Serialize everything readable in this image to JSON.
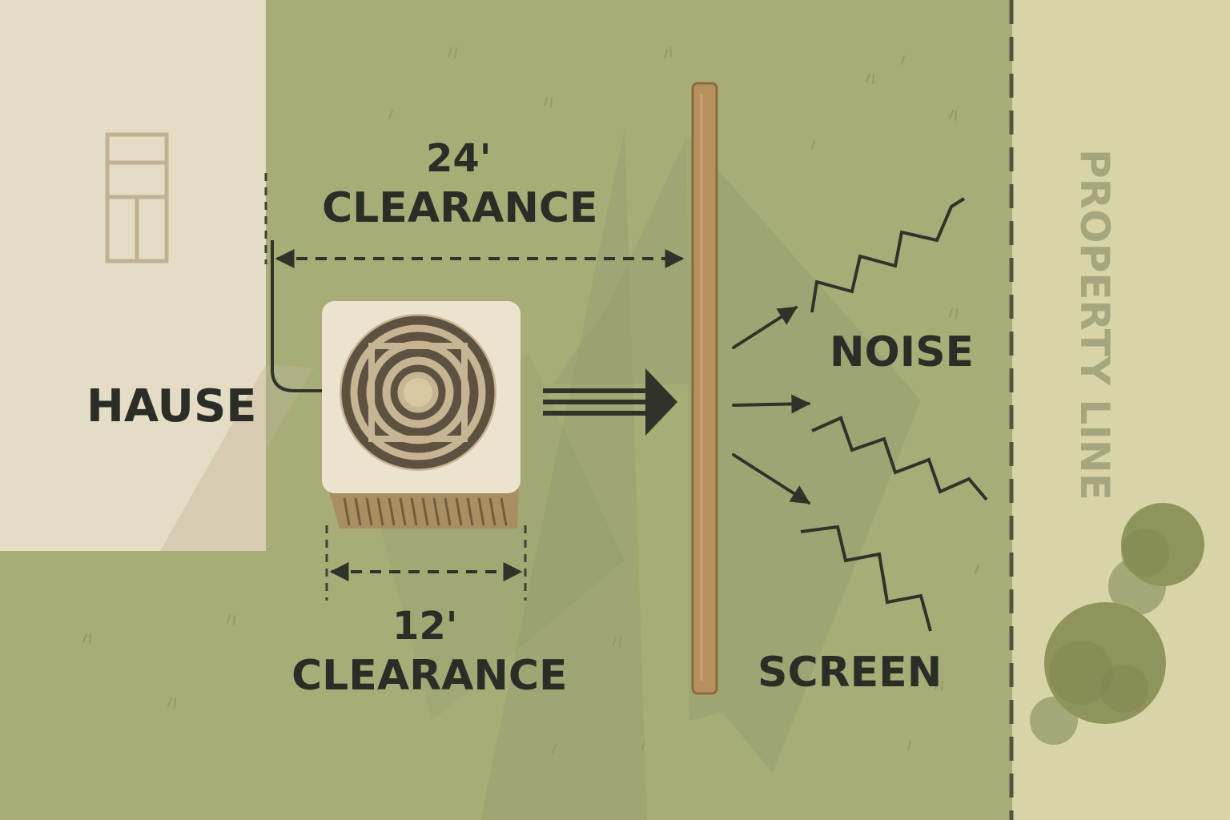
{
  "diagram": {
    "house_label": "HAUSE",
    "top_clearance": {
      "value": "24'",
      "word": "CLEARANCE"
    },
    "bottom_clearance": {
      "value": "12'",
      "word": "CLEARANCE"
    },
    "noise_label": "NOISE",
    "screen_label": "SCREEN",
    "property_line_label": "PROPERTY LINE"
  },
  "colors": {
    "lawn": "#a8ad78",
    "house": "#e5dcc6",
    "property_strip": "#d7d4a7",
    "shadow": "#8e9969",
    "screen_post": "#b8905e",
    "ac_unit_cover": "#ece3cf",
    "ac_unit_fan": "#c6b592",
    "ink": "#2b2e27",
    "property_line_text": "#a6a67e"
  }
}
